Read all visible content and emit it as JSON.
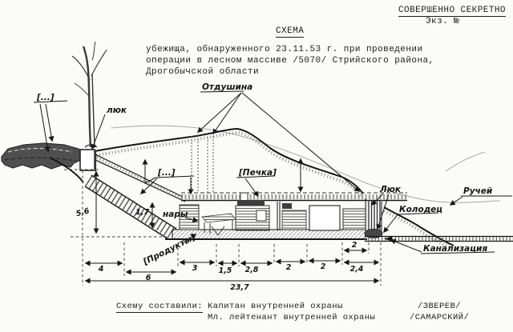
{
  "document": {
    "stamp": "СОВЕРШЕННО СЕКРЕТНО",
    "copy_number": "Экз. №",
    "title": "СХЕМА",
    "description_lines": [
      "убежища, обнаруженного 23.11.53 г. при проведении",
      "операции в лесном массиве /5070/ Стрийского района,",
      "Дрогобычской области"
    ],
    "credits": {
      "prefix": "Схему составили:",
      "entries": [
        {
          "rank": "Капитан внутренней охраны",
          "name": "/ЗВЕРЕВ/"
        },
        {
          "rank": "Мл. лейтенант внутренней охраны",
          "name": "/САМАРСКИЙ/"
        }
      ]
    }
  },
  "diagram": {
    "labels": {
      "camouflage_redacted": "[...]",
      "hatch_left": "люк",
      "vents": "Отдушина",
      "ceiling_redacted": "[...]",
      "stove": "[Печка]",
      "bunks": "нары",
      "food_store": "[Продукты]",
      "hatch_right": "Люк",
      "well": "Колодец",
      "stream": "Ручей",
      "sewer": "Канализация"
    },
    "dimensions": {
      "depth_total": "5,6",
      "room_height": "1,7",
      "bottom_row": [
        "4",
        "6",
        "3",
        "1,5",
        "2,8",
        "2",
        "2",
        "2,4"
      ],
      "well_width": "2",
      "total_length": "23,7"
    }
  },
  "colors": {
    "paper": "#fbfbfa",
    "ink": "#161616",
    "pencil": "#adadad",
    "mound_fill": "#4f4f4f"
  }
}
